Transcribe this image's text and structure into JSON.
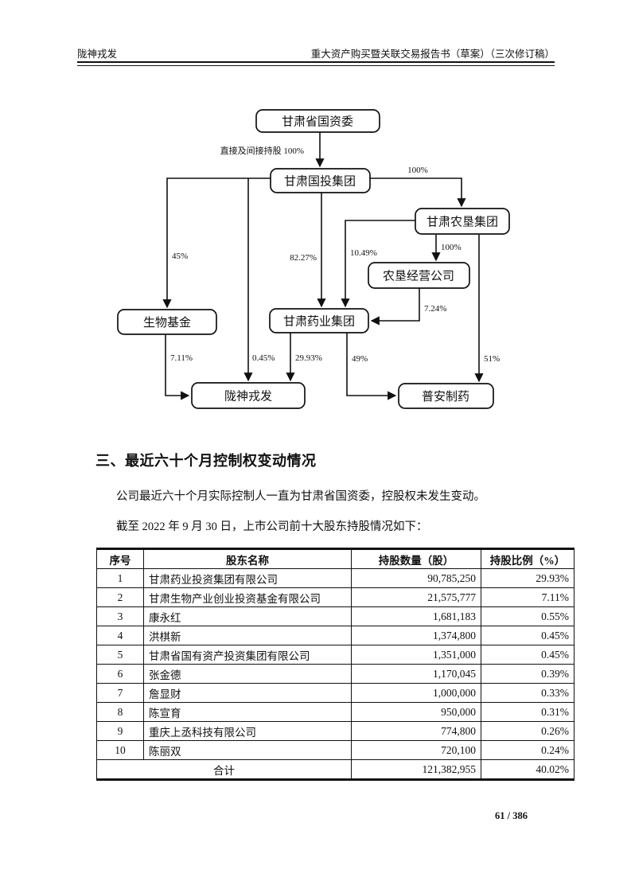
{
  "header": {
    "doc_short_title": "陇神戎发",
    "doc_full_title": "重大资产购买暨关联交易报告书（草案）（三次修订稿）"
  },
  "diagram": {
    "nodes": {
      "guoziwei": "甘肃省国资委",
      "guotou": "甘肃国投集团",
      "nongken": "甘肃农垦集团",
      "nongken_jingying": "农垦经营公司",
      "shengwu_jijin": "生物基金",
      "yaoye": "甘肃药业集团",
      "longshen": "陇神戎发",
      "puan": "普安制药"
    },
    "edges": {
      "guoziwei_guotou": "直接及间接持股 100%",
      "guotou_nongken": "100%",
      "guotou_shengwu": "45%",
      "guotou_longshen": "0.45%",
      "guotou_yaoye": "82.27%",
      "nongken_yaoye": "10.49%",
      "nongken_jingying": "100%",
      "jingying_yaoye": "7.24%",
      "nongken_puan": "51%",
      "yaoye_longshen": "29.93%",
      "shengwu_longshen": "7.11%",
      "yaoye_puan": "49%"
    }
  },
  "section": {
    "title": "三、最近六十个月控制权变动情况",
    "paragraph1": "公司最近六十个月实际控制人一直为甘肃省国资委，控股权未发生变动。",
    "paragraph2": "截至 2022 年 9 月 30 日，上市公司前十大股东持股情况如下："
  },
  "table": {
    "headers": [
      "序号",
      "股东名称",
      "持股数量（股）",
      "持股比例（%）"
    ],
    "rows": [
      [
        "1",
        "甘肃药业投资集团有限公司",
        "90,785,250",
        "29.93%"
      ],
      [
        "2",
        "甘肃生物产业创业投资基金有限公司",
        "21,575,777",
        "7.11%"
      ],
      [
        "3",
        "康永红",
        "1,681,183",
        "0.55%"
      ],
      [
        "4",
        "洪棋新",
        "1,374,800",
        "0.45%"
      ],
      [
        "5",
        "甘肃省国有资产投资集团有限公司",
        "1,351,000",
        "0.45%"
      ],
      [
        "6",
        "张金德",
        "1,170,045",
        "0.39%"
      ],
      [
        "7",
        "詹显财",
        "1,000,000",
        "0.33%"
      ],
      [
        "8",
        "陈宣育",
        "950,000",
        "0.31%"
      ],
      [
        "9",
        "重庆上丞科技有限公司",
        "774,800",
        "0.26%"
      ],
      [
        "10",
        "陈丽双",
        "720,100",
        "0.24%"
      ]
    ],
    "total_row": [
      "合计",
      "121,382,955",
      "40.02%"
    ]
  },
  "footer": {
    "page_number": "61 / 386"
  }
}
